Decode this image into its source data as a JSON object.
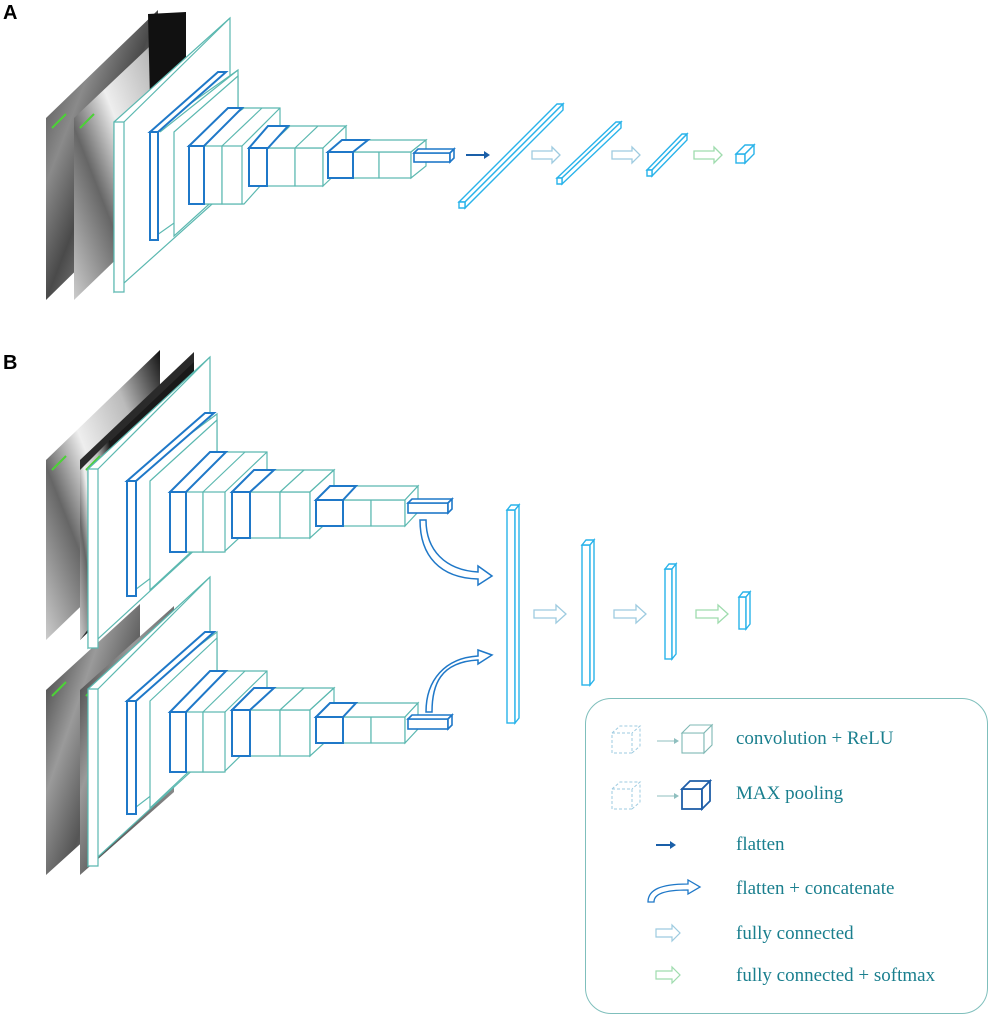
{
  "panels": {
    "a": "A",
    "b": "B"
  },
  "legend": {
    "items": [
      {
        "id": "conv",
        "label": "convolution + ReLU"
      },
      {
        "id": "pool",
        "label": "MAX pooling"
      },
      {
        "id": "flatten",
        "label": "flatten"
      },
      {
        "id": "flatten_concat",
        "label": "flatten + concatenate"
      },
      {
        "id": "fc",
        "label": "fully connected"
      },
      {
        "id": "fc_softmax",
        "label": "fully connected + softmax"
      }
    ]
  },
  "colors": {
    "conv": "#5bb8b0",
    "pool": "#1f78c8",
    "dense": "#29b3ea",
    "arrow_fc": "#9ecbe0",
    "arrow_softmax": "#9fdcae",
    "flatten_arrow": "#1a5fa8",
    "legend_text": "#1a7f8e"
  }
}
